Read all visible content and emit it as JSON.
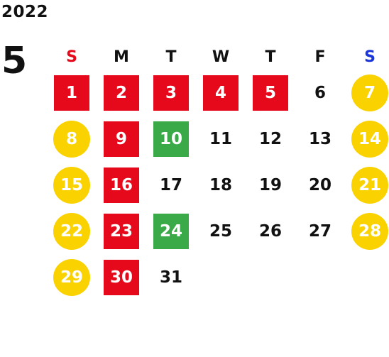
{
  "header": {
    "year": "2022",
    "month": "5"
  },
  "weekdays": [
    {
      "label": "S",
      "color": "#e5091b"
    },
    {
      "label": "M",
      "color": "#111111"
    },
    {
      "label": "T",
      "color": "#111111"
    },
    {
      "label": "W",
      "color": "#111111"
    },
    {
      "label": "T",
      "color": "#111111"
    },
    {
      "label": "F",
      "color": "#111111"
    },
    {
      "label": "S",
      "color": "#1a36d8"
    }
  ],
  "colors": {
    "closed": "#e5091b",
    "holiday": "#f9d200",
    "special": "#3aaa48"
  },
  "weeks": [
    [
      {
        "day": "1",
        "type": "closed"
      },
      {
        "day": "2",
        "type": "closed"
      },
      {
        "day": "3",
        "type": "closed"
      },
      {
        "day": "4",
        "type": "closed"
      },
      {
        "day": "5",
        "type": "closed"
      },
      {
        "day": "6",
        "type": "normal"
      },
      {
        "day": "7",
        "type": "holiday"
      }
    ],
    [
      {
        "day": "8",
        "type": "holiday"
      },
      {
        "day": "9",
        "type": "closed"
      },
      {
        "day": "10",
        "type": "special"
      },
      {
        "day": "11",
        "type": "normal"
      },
      {
        "day": "12",
        "type": "normal"
      },
      {
        "day": "13",
        "type": "normal"
      },
      {
        "day": "14",
        "type": "holiday"
      }
    ],
    [
      {
        "day": "15",
        "type": "holiday"
      },
      {
        "day": "16",
        "type": "closed"
      },
      {
        "day": "17",
        "type": "normal"
      },
      {
        "day": "18",
        "type": "normal"
      },
      {
        "day": "19",
        "type": "normal"
      },
      {
        "day": "20",
        "type": "normal"
      },
      {
        "day": "21",
        "type": "holiday"
      }
    ],
    [
      {
        "day": "22",
        "type": "holiday"
      },
      {
        "day": "23",
        "type": "closed"
      },
      {
        "day": "24",
        "type": "special"
      },
      {
        "day": "25",
        "type": "normal"
      },
      {
        "day": "26",
        "type": "normal"
      },
      {
        "day": "27",
        "type": "normal"
      },
      {
        "day": "28",
        "type": "holiday"
      }
    ],
    [
      {
        "day": "29",
        "type": "holiday"
      },
      {
        "day": "30",
        "type": "closed"
      },
      {
        "day": "31",
        "type": "normal"
      },
      {
        "day": "",
        "type": "empty"
      },
      {
        "day": "",
        "type": "empty"
      },
      {
        "day": "",
        "type": "empty"
      },
      {
        "day": "",
        "type": "empty"
      }
    ]
  ]
}
